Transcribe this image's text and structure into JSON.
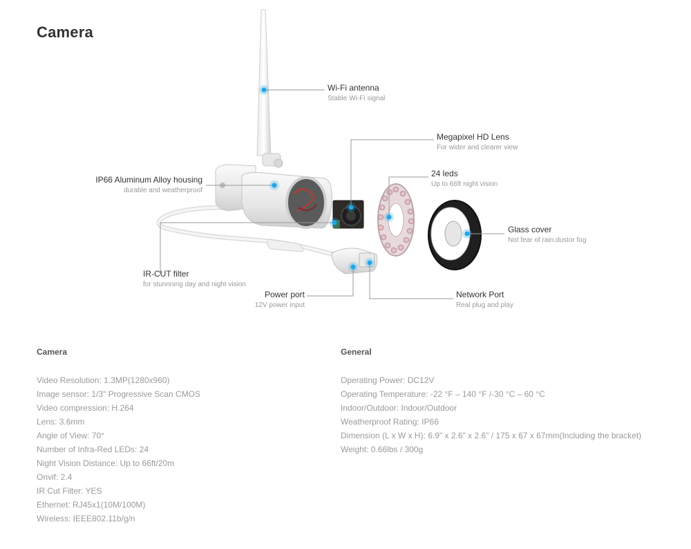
{
  "page": {
    "title": "Camera"
  },
  "callouts": {
    "antenna": {
      "title": "Wi-Fi antenna",
      "subtitle": "Stable Wi-Fi signal"
    },
    "lens": {
      "title": "Megapixel HD Lens",
      "subtitle": "For wider and clearer view"
    },
    "leds": {
      "title": "24 leds",
      "subtitle": "Up to 66ft night vision"
    },
    "housing": {
      "title": "IP66 Aluminum Alloy housing",
      "subtitle": "durable and weatherproof"
    },
    "glass": {
      "title": "Glass cover",
      "subtitle": "Not fear of rain.dustor fog"
    },
    "ircut": {
      "title": "IR-CUT filter",
      "subtitle": "for stunnning day and night vision"
    },
    "power": {
      "title": "Power port",
      "subtitle": "12V power input"
    },
    "network": {
      "title": "Network Port",
      "subtitle": "Real plug and play"
    }
  },
  "specs": {
    "camera": {
      "heading": "Camera",
      "items": [
        "Video Resolution: 1.3MP(1280x960)",
        "Image sensor: 1/3\" Progressive Scan CMOS",
        "Video compression: H.264",
        "Lens: 3.6mm",
        "Angle of View: 70°",
        "Number of Infra-Red LEDs: 24",
        "Night Vision Distance: Up to 66ft/20m",
        "Onvif: 2.4",
        "IR Cut Filter: YES",
        "Ethernet: RJ45x1(10M/100M)",
        "Wireless: IEEE802.11b/g/n"
      ]
    },
    "general": {
      "heading": "General",
      "items": [
        "Operating Power: DC12V",
        "Operating Temperature: -22 °F – 140 °F /-30 °C – 60 °C",
        "Indoor/Outdoor: Indoor/Outdoor",
        "Weatherproof Rating: IP66",
        "Dimension (L x W x H): 6.9\" x 2.6\" x 2.6\" / 175 x 67 x 67mm(Including the bracket)",
        "Weight: 0.66lbs / 300g"
      ]
    }
  },
  "colors": {
    "marker": "#22a7e6",
    "leader": "#999999"
  }
}
